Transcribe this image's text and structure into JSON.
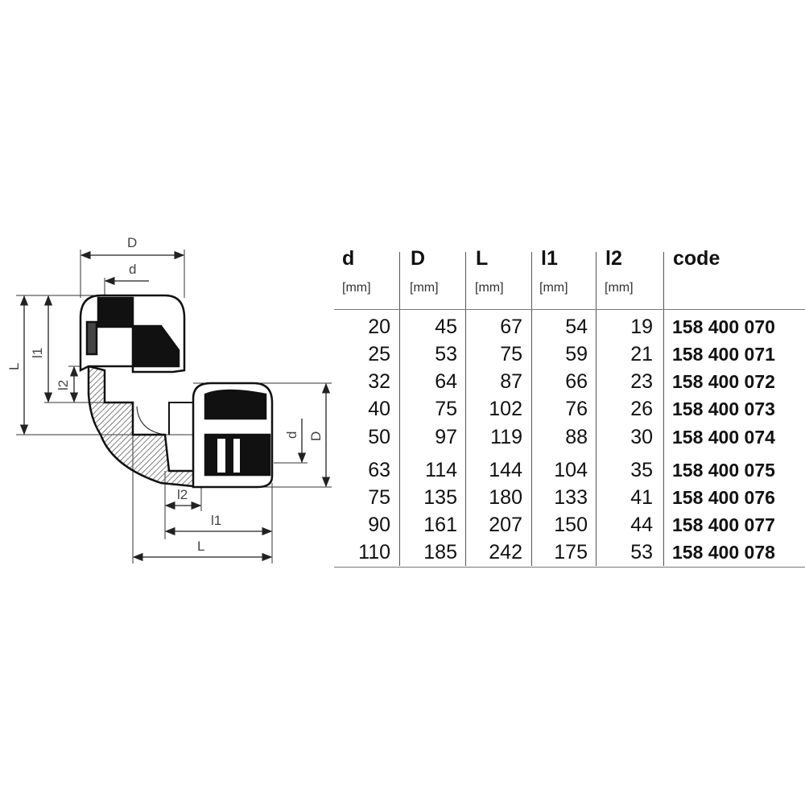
{
  "drawing": {
    "labels": {
      "D_top": "D",
      "d_top": "d",
      "L_left": "L",
      "l1_left": "l1",
      "l2_left": "l2",
      "d_right": "d",
      "D_right": "D",
      "l2_bottom": "l2",
      "l1_bottom": "l1",
      "L_bottom": "L"
    }
  },
  "table": {
    "headers": [
      {
        "name": "d",
        "unit": "[mm]"
      },
      {
        "name": "D",
        "unit": "[mm]"
      },
      {
        "name": "L",
        "unit": "[mm]"
      },
      {
        "name": "l1",
        "unit": "[mm]"
      },
      {
        "name": "l2",
        "unit": "[mm]"
      },
      {
        "name": "code",
        "unit": ""
      }
    ],
    "rows": [
      [
        "20",
        "45",
        "67",
        "54",
        "19",
        "158 400 070"
      ],
      [
        "25",
        "53",
        "75",
        "59",
        "21",
        "158 400 071"
      ],
      [
        "32",
        "64",
        "87",
        "66",
        "23",
        "158 400 072"
      ],
      [
        "40",
        "75",
        "102",
        "76",
        "26",
        "158 400 073"
      ],
      [
        "50",
        "97",
        "119",
        "88",
        "30",
        "158 400 074"
      ],
      [
        "63",
        "114",
        "144",
        "104",
        "35",
        "158 400 075"
      ],
      [
        "75",
        "135",
        "180",
        "133",
        "41",
        "158 400 076"
      ],
      [
        "90",
        "161",
        "207",
        "150",
        "44",
        "158 400 077"
      ],
      [
        "110",
        "185",
        "242",
        "175",
        "53",
        "158 400 078"
      ]
    ]
  }
}
